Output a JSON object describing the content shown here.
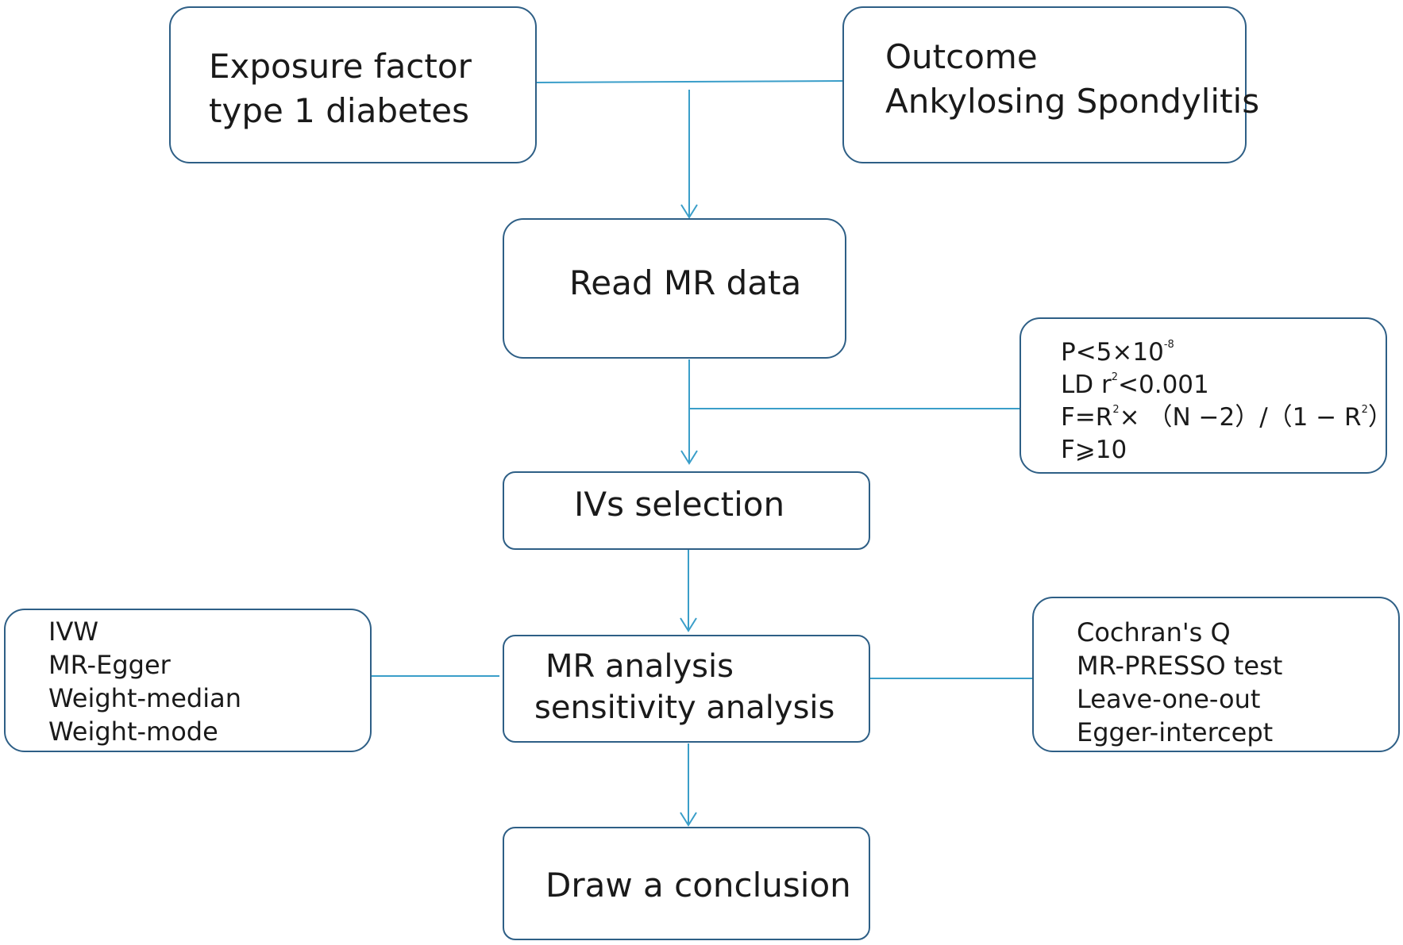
{
  "nodes": {
    "exposure": {
      "lines": [
        "Exposure factor",
        "type 1 diabetes"
      ]
    },
    "outcome": {
      "lines": [
        "Outcome",
        "Ankylosing Spondylitis"
      ]
    },
    "read_data": {
      "lines": [
        "Read MR data"
      ]
    },
    "iv_criteria": {
      "p_threshold": {
        "prefix": "P<5×10",
        "exponent": "-8"
      },
      "ld": {
        "prefix": "LD r",
        "exponent": "2",
        "suffix": "<0.001"
      },
      "f_formula": {
        "prefix": "F=R",
        "exponent": "2",
        "middle": "× （N −2）/（1 − R",
        "exponent2": "2",
        "suffix": "）"
      },
      "f_threshold": "F⩾10"
    },
    "ivs_selection": {
      "lines": [
        "IVs selection"
      ]
    },
    "mr_methods": {
      "lines": [
        "IVW",
        "MR-Egger",
        "Weight-median",
        "Weight-mode"
      ]
    },
    "analysis": {
      "lines": [
        "MR analysis",
        "sensitivity analysis"
      ]
    },
    "sensitivity_tests": {
      "lines": [
        "Cochran's Q",
        "MR-PRESSO test",
        "Leave-one-out",
        "Egger-intercept"
      ]
    },
    "conclusion": {
      "lines": [
        "Draw a conclusion"
      ]
    }
  },
  "colors": {
    "box_border": "#2e5f86",
    "connector": "#3a9ec9",
    "text": "#1a1a1a"
  }
}
